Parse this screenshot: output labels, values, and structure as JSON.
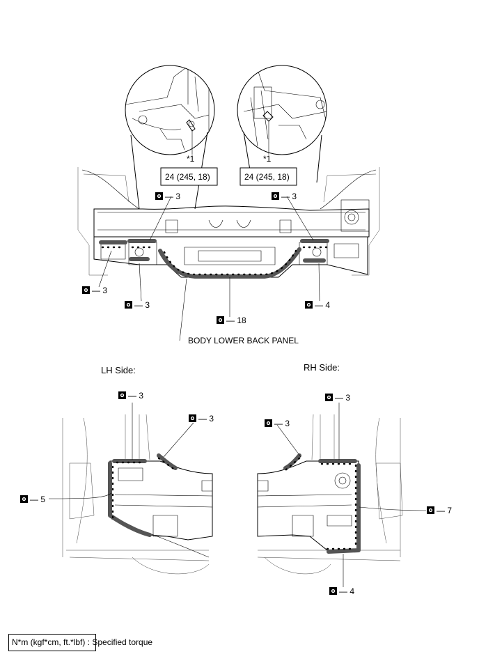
{
  "torque_left": "24 (245, 18)",
  "torque_right": "24 (245, 18)",
  "note_left": "*1",
  "note_right": "*1",
  "part_name": "BODY LOWER BACK PANEL",
  "side_lh": "LH Side:",
  "side_rh": "RH Side:",
  "callouts": {
    "top_upper_left": "3",
    "top_upper_right": "3",
    "top_left": "3",
    "top_left_mid": "3",
    "top_center": "18",
    "top_right": "4",
    "lh_top": "3",
    "lh_right": "3",
    "lh_left": "5",
    "rh_top": "3",
    "rh_left": "3",
    "rh_right": "7",
    "rh_bottom": "4"
  },
  "legend_text": "N*m (kgf*cm, ft.*lbf) : Specified torque"
}
